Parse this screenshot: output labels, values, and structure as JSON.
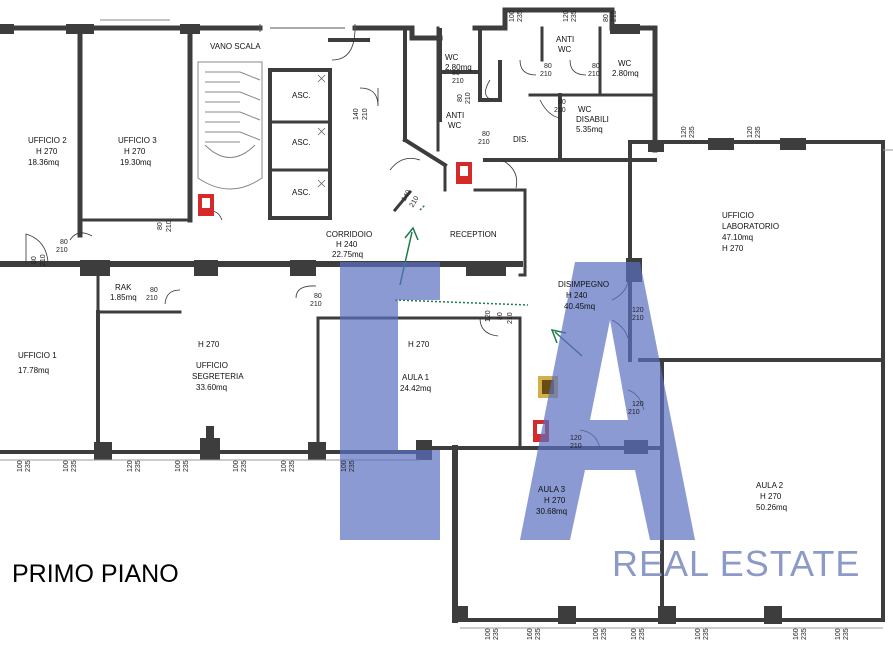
{
  "floor_title": "PRIMO PIANO",
  "brand": {
    "monogram": "CA",
    "name": "REAL ESTATE",
    "color": "#5a6fc0"
  },
  "colors": {
    "wall": "#3d3d3d",
    "fire_sign": "#d42a2a",
    "arrow": "#1f7a4a",
    "stair": "#888888"
  },
  "rooms": [
    {
      "id": "ufficio-2",
      "name": "UFFICIO 2",
      "height": "H 270",
      "area": "18.36mq"
    },
    {
      "id": "ufficio-3",
      "name": "UFFICIO 3",
      "height": "H 270",
      "area": "19.30mq"
    },
    {
      "id": "vano-scala",
      "name": "VANO SCALA"
    },
    {
      "id": "asc-1",
      "name": "ASC."
    },
    {
      "id": "asc-2",
      "name": "ASC."
    },
    {
      "id": "asc-3",
      "name": "ASC."
    },
    {
      "id": "wc-1",
      "name": "WC",
      "area": "2.80mq"
    },
    {
      "id": "anti-wc-1",
      "name": "ANTI",
      "name2": "WC"
    },
    {
      "id": "anti-wc-2",
      "name": "ANTI",
      "name2": "WC"
    },
    {
      "id": "wc-2",
      "name": "WC",
      "area": "2.80mq"
    },
    {
      "id": "wc-disabili",
      "name": "WC",
      "name2": "DISABILI",
      "area": "5.35mq"
    },
    {
      "id": "dis",
      "name": "DIS."
    },
    {
      "id": "corridoio",
      "name": "CORRIDOIO",
      "height": "H 240",
      "area": "22.75mq"
    },
    {
      "id": "reception",
      "name": "RECEPTION"
    },
    {
      "id": "ufficio-laboratorio",
      "name": "UFFICIO",
      "name2": "LABORATORIO",
      "area": "47.10mq",
      "height": "H 270"
    },
    {
      "id": "rak",
      "name": "RAK",
      "area": "1.85mq"
    },
    {
      "id": "disimpegno",
      "name": "DISIMPEGNO",
      "height": "H 240",
      "area": "40.45mq"
    },
    {
      "id": "ufficio-1",
      "name": "UFFICIO 1",
      "area": "17.78mq"
    },
    {
      "id": "ufficio-segreteria",
      "name": "UFFICIO",
      "name2": "SEGRETERIA",
      "height": "H 270",
      "area": "33.60mq"
    },
    {
      "id": "aula-1",
      "name": "AULA 1",
      "height": "H 270",
      "area": "24.42mq"
    },
    {
      "id": "aula-3",
      "name": "AULA 3",
      "height": "H 270",
      "area": "30.68mq"
    },
    {
      "id": "aula-2",
      "name": "AULA 2",
      "height": "H 270",
      "area": "50.26mq"
    }
  ],
  "door_dims": [
    {
      "id": "d-wc1",
      "w": "80",
      "h": "210"
    },
    {
      "id": "d-anti1",
      "w": "80",
      "h": "210"
    },
    {
      "id": "d-wc2",
      "w": "80",
      "h": "210"
    },
    {
      "id": "d-wcdis",
      "w": "80",
      "h": "210"
    },
    {
      "id": "d-antiwc",
      "w": "80",
      "h": "210"
    },
    {
      "id": "d-anti2",
      "w": "80",
      "h": "210"
    },
    {
      "id": "d-vert1",
      "w": "80",
      "h": "210"
    },
    {
      "id": "d-140a",
      "w": "140",
      "h": "210"
    },
    {
      "id": "d-140b",
      "w": "140",
      "h": "210"
    },
    {
      "id": "d-uff3",
      "w": "80",
      "h": "210"
    },
    {
      "id": "d-uff2",
      "w": "80",
      "h": "210"
    },
    {
      "id": "d-left",
      "w": "80",
      "h": "210"
    },
    {
      "id": "d-rak",
      "w": "80",
      "h": "210"
    },
    {
      "id": "d-corr",
      "w": "80",
      "h": "210"
    },
    {
      "id": "d-aula1",
      "w": "120",
      "h": "210"
    },
    {
      "id": "d-lab",
      "w": "120",
      "h": "210"
    },
    {
      "id": "d-aula2",
      "w": "120",
      "h": "210"
    },
    {
      "id": "d-aula3",
      "w": "120",
      "h": "210"
    }
  ],
  "window_dims": [
    {
      "id": "w-top1",
      "a": "100",
      "b": "235"
    },
    {
      "id": "w-top2",
      "a": "120",
      "b": "235"
    },
    {
      "id": "w-top3",
      "a": "80",
      "b": "215"
    },
    {
      "id": "w-lab1",
      "a": "120",
      "b": "235"
    },
    {
      "id": "w-lab2",
      "a": "120",
      "b": "235"
    },
    {
      "id": "w-b1",
      "a": "100",
      "b": "235"
    },
    {
      "id": "w-b2",
      "a": "100",
      "b": "235"
    },
    {
      "id": "w-b3",
      "a": "120",
      "b": "235"
    },
    {
      "id": "w-b4",
      "a": "100",
      "b": "235"
    },
    {
      "id": "w-b5",
      "a": "100",
      "b": "235"
    },
    {
      "id": "w-b6",
      "a": "100",
      "b": "235"
    },
    {
      "id": "w-b7",
      "a": "100",
      "b": "235"
    },
    {
      "id": "w-a3-1",
      "a": "100",
      "b": "235"
    },
    {
      "id": "w-a3-2",
      "a": "160",
      "b": "235"
    },
    {
      "id": "w-a3-3",
      "a": "100",
      "b": "235"
    },
    {
      "id": "w-a3-4",
      "a": "100",
      "b": "235"
    },
    {
      "id": "w-a2-1",
      "a": "100",
      "b": "235"
    },
    {
      "id": "w-a2-2",
      "a": "160",
      "b": "235"
    },
    {
      "id": "w-a2-3",
      "a": "100",
      "b": "235"
    }
  ],
  "icons": {
    "fire_extinguisher": "fire-extinguisher-icon",
    "emergency_exit": "emergency-exit-sign-icon",
    "escape_arrow": "escape-route-arrow-icon"
  }
}
